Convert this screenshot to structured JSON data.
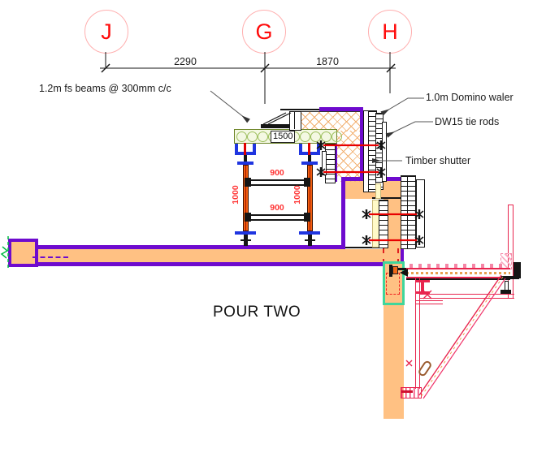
{
  "title": {
    "text": "POUR TWO"
  },
  "grid": {
    "bubbles": [
      {
        "label": "J"
      },
      {
        "label": "G"
      },
      {
        "label": "H"
      }
    ]
  },
  "dims": {
    "jg": "2290",
    "gh": "1870",
    "deck": "1500",
    "ledger_top": "900",
    "ledger_bottom": "900",
    "prop_left": "1000",
    "prop_right": "1000"
  },
  "labels": {
    "fs_beams": "1.2m fs beams @ 300mm c/c",
    "waler": "1.0m Domino waler",
    "tie_rods": "DW15 tie rods",
    "shutter": "Timber shutter"
  },
  "colors": {
    "formwork_purple": "#6E0BCE",
    "concrete_orange": "#FFC183",
    "pour_hatch": "#F2B070",
    "bracket_red": "#E8254E",
    "grid_red": "#FF0A0A",
    "dim_red": "#FF3333",
    "beam_green": "#6C8426",
    "highlight_teal": "#3FD69B",
    "prop_blue": "#1F35E0",
    "prop_orange": "#F26010"
  }
}
